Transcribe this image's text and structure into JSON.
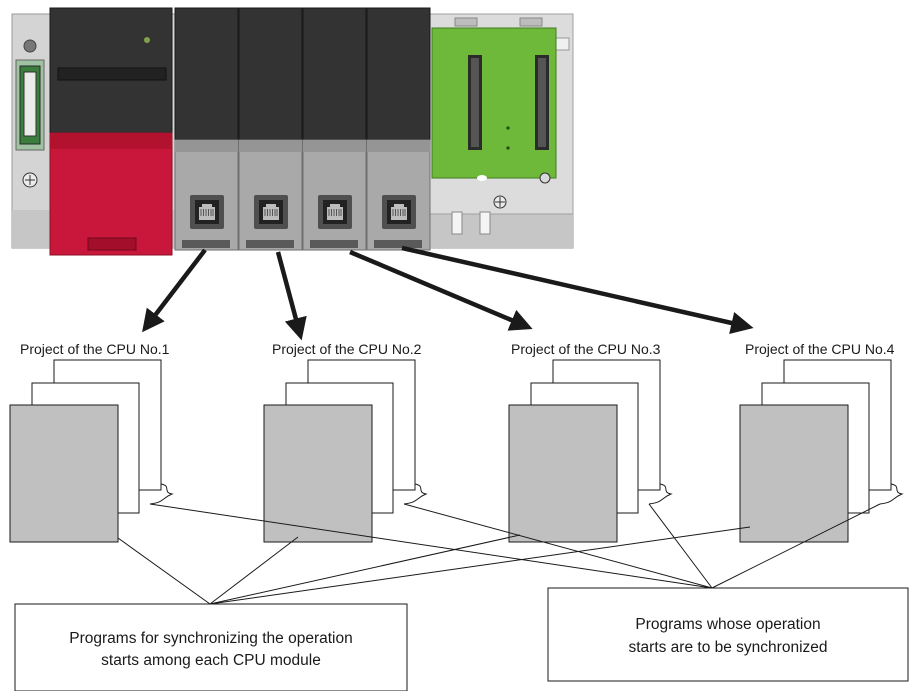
{
  "projects": [
    {
      "id": 1,
      "label": "Project of the CPU No.1"
    },
    {
      "id": 2,
      "label": "Project of the CPU No.2"
    },
    {
      "id": 3,
      "label": "Project of the CPU No.3"
    },
    {
      "id": 4,
      "label": "Project of the CPU No.4"
    }
  ],
  "callouts": {
    "sync_programs": {
      "line1": "Programs for synchronizing the operation",
      "line2": "starts among each CPU module"
    },
    "synchronized_programs": {
      "line1": "Programs whose operation",
      "line2": "starts are to be synchronized"
    }
  },
  "colors": {
    "power_supply_module": "#c8173a",
    "cpu_module_top": "#333333",
    "cpu_module_bottom": "#a9a9a9",
    "base_unit": "#d6d6d6",
    "empty_slot_board": "#6fb93a",
    "program_sheet": "#c0c0c0",
    "arrow": "#1a1a1a"
  },
  "icons": [
    "ethernet-port-icon",
    "cable-connector-icon",
    "screw-icon"
  ]
}
